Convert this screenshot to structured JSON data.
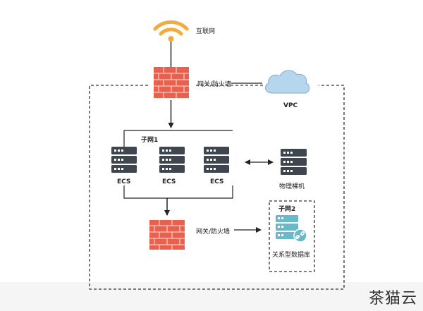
{
  "labels": {
    "internet": "互联网",
    "gateway_top": "网关/防火墙",
    "vpc": "VPC",
    "subnet1": "子网1",
    "ecs1": "ECS",
    "ecs2": "ECS",
    "ecs3": "ECS",
    "physical_server": "物理裸机",
    "gateway_bottom": "网关/防火墙",
    "subnet2": "子网2",
    "database": "关系型数据库"
  },
  "watermark": "茶猫云",
  "colors": {
    "wifi": "#f3ab3b",
    "firewall": "#e9604e",
    "server": "#3f4650",
    "cloud": "#b6d6ee",
    "database": "#69b9c8",
    "line": "#222222"
  }
}
